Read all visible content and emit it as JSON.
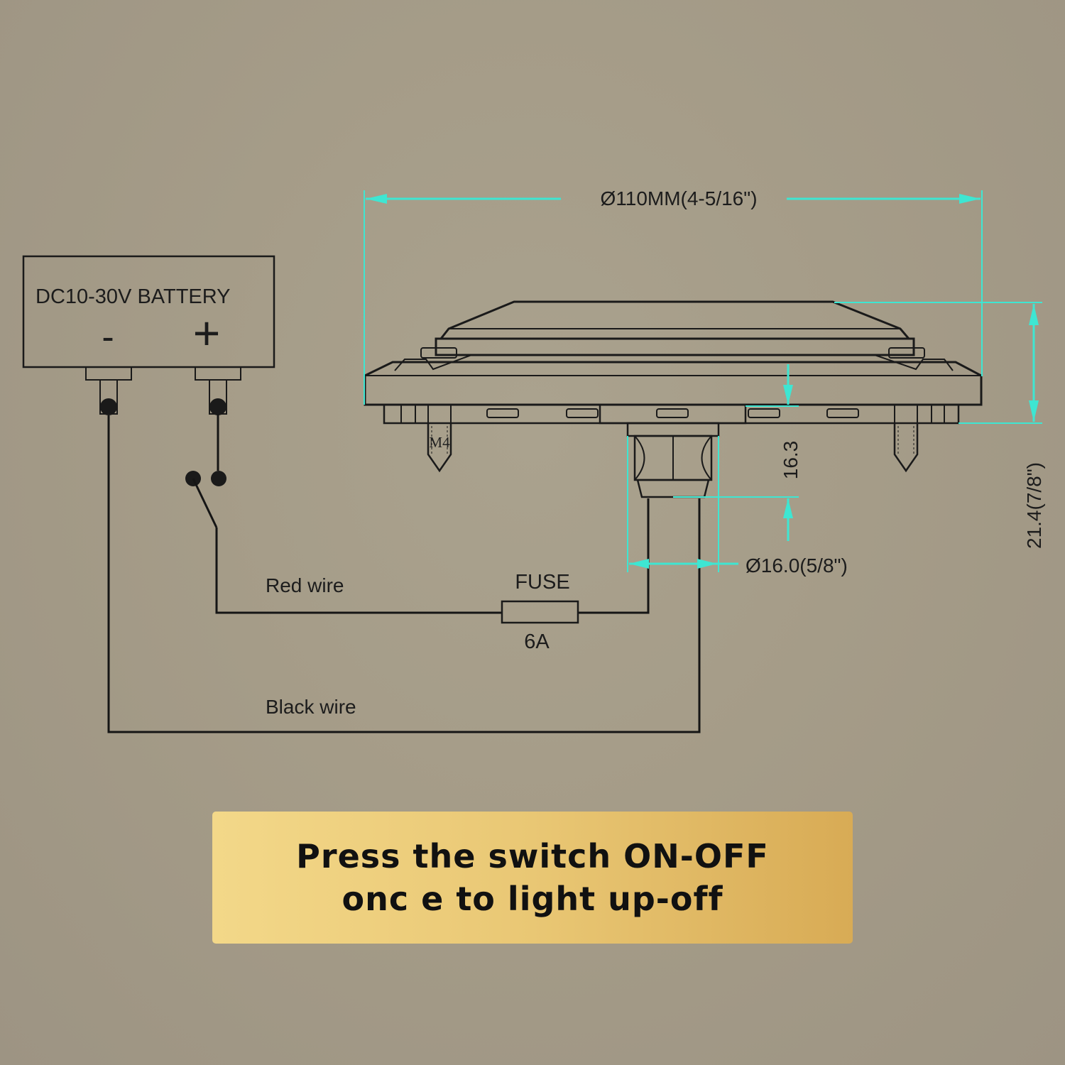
{
  "battery": {
    "label": "DC10-30V BATTERY",
    "negative_symbol": "-",
    "positive_symbol": "+"
  },
  "wiring": {
    "red_wire_label": "Red wire",
    "black_wire_label": "Black wire",
    "fuse_label": "FUSE",
    "fuse_rating": "6A"
  },
  "dimensions": {
    "outer_diameter": "Ø110MM(4-5/16\")",
    "stud_height": "16.3",
    "overall_height": "21.4(7/8\")",
    "stud_diameter": "Ø16.0(5/8\")",
    "screw_size": "M4"
  },
  "banner": {
    "line1": "Press the switch ON-OFF",
    "line2": "onc e to light up-off"
  },
  "colors": {
    "background": "#a59c88",
    "dimension_lines": "#3ee6d2",
    "banner_gold": "#e9c774",
    "line_art": "#1a1a1a"
  }
}
